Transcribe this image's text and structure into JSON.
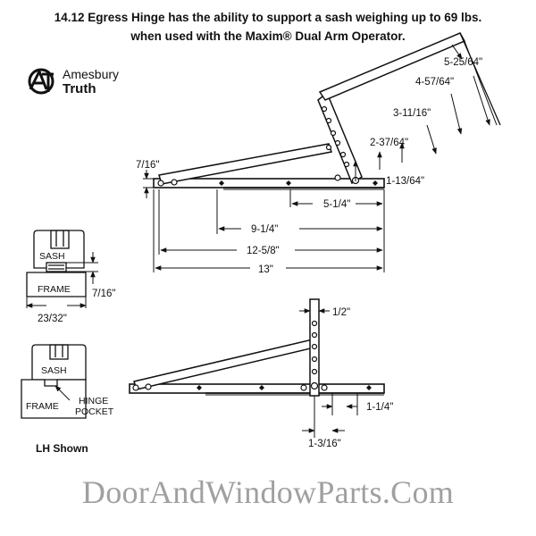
{
  "header": {
    "line1": "14.12 Egress Hinge has the ability to support a sash weighing up to 69 lbs.",
    "line2": "when used with the Maxim® Dual Arm Operator."
  },
  "logo": {
    "top": "Amesbury",
    "bottom": "Truth"
  },
  "top_diagram": {
    "arm_dims": [
      "5-25/64\"",
      "4-57/64\"",
      "3-11/16\"",
      "2-37/64\"",
      "1-13/64\""
    ],
    "height": "7/16\"",
    "lengths": [
      "5-1/4\"",
      "9-1/4\"",
      "12-5/8\"",
      "13\""
    ]
  },
  "section1": {
    "sash": "SASH",
    "frame": "FRAME",
    "height": "7/16\"",
    "width": "23/32\""
  },
  "section2": {
    "sash": "SASH",
    "frame": "FRAME",
    "pocket": "HINGE\nPOCKET",
    "pocket_line1": "HINGE",
    "pocket_line2": "POCKET"
  },
  "bottom_diagram": {
    "top_dim": "1/2\"",
    "right_dim": "1-1/4\"",
    "bottom_dim": "1-3/16\""
  },
  "caption": "LH Shown",
  "watermark": "DoorAndWindowParts.Com",
  "colors": {
    "ink": "#111111",
    "watermark": "#a0a0a0"
  }
}
